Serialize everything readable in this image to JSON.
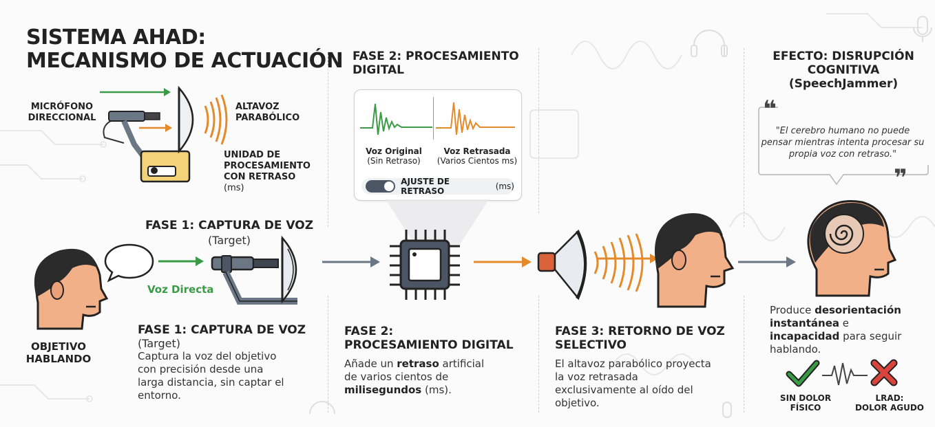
{
  "title": {
    "line1": "SISTEMA AHAD:",
    "line2": "MECANISMO DE ACTUACIÓN"
  },
  "device_labels": {
    "mic": "MICRÓFONO DIRECCIONAL",
    "speaker": "ALTAVOZ PARABÓLICO",
    "unit_bold": "UNIDAD DE PROCESAMIENTO CON RETRASO",
    "unit_unit": "(ms)"
  },
  "phase2_top": {
    "title": "FASE 2: PROCESAMIENTO DIGITAL",
    "wave_original_title": "Voz Original",
    "wave_original_sub": "(Sin Retraso)",
    "wave_delayed_title": "Voz Retrasada",
    "wave_delayed_sub": "(Varios Cientos ms)",
    "toggle_label": "AJUSTE DE RETRASO",
    "toggle_unit": "(ms)"
  },
  "effect": {
    "title_line1": "EFECTO: DISRUPCIÓN",
    "title_line2": "COGNITIVA",
    "title_line3": "(SpeechJammer)",
    "quote": "\"El cerebro humano no puede pensar mientras intenta procesar su propia voz con retraso.\"",
    "open_quote": "❝",
    "close_quote": "❞"
  },
  "phase1_mid": {
    "title": "FASE 1: CAPTURA DE VOZ",
    "sub": "(Target)",
    "arrow_label": "Voz Directa"
  },
  "target_label": "OBJETIVO HABLANDO",
  "phase1_bottom": {
    "title": "FASE 1: CAPTURA DE VOZ",
    "sub": "(Target)",
    "text": "Captura la voz del objetivo con precisión desde una larga distancia, sin captar el entorno."
  },
  "phase2_bottom": {
    "title_line1": "FASE 2:",
    "title_line2": "PROCESAMIENTO DIGITAL",
    "text_a": "Añade un ",
    "text_b": "retraso",
    "text_c": " artificial de varios cientos de ",
    "text_d": "milisegundos",
    "text_e": " (ms)."
  },
  "phase3_bottom": {
    "title_line1": "FASE 3: RETORNO DE VOZ",
    "title_line2": "SELECTIVO",
    "text": "El altavoz parabólico proyecta la voz retrasada exclusivamente al oído del objetivo."
  },
  "effect_bottom": {
    "text_a": "Produce ",
    "text_b": "desorientación instantánea",
    "text_c": " e ",
    "text_d": "incapacidad",
    "text_e": " para seguir hablando."
  },
  "comparison": {
    "no_pain_line1": "SIN DOLOR",
    "no_pain_line2": "FÍSICO",
    "lrad_line1": "LRAD:",
    "lrad_line2": "DOLOR AGUDO"
  },
  "icons": [
    "microphone-icon",
    "headphones-icon",
    "chip-icon",
    "parabolic-speaker-icon",
    "head-icon",
    "brain-icon",
    "check-icon",
    "cross-icon",
    "speech-bubble-icon",
    "waveform-icon"
  ],
  "colors": {
    "green": "#3a9a46",
    "orange": "#e58a2a",
    "gray_arrow": "#6b7785",
    "dark": "#222222",
    "skin": "#f2b088",
    "hair": "#2b2b2b",
    "red_x": "#d9443c"
  }
}
